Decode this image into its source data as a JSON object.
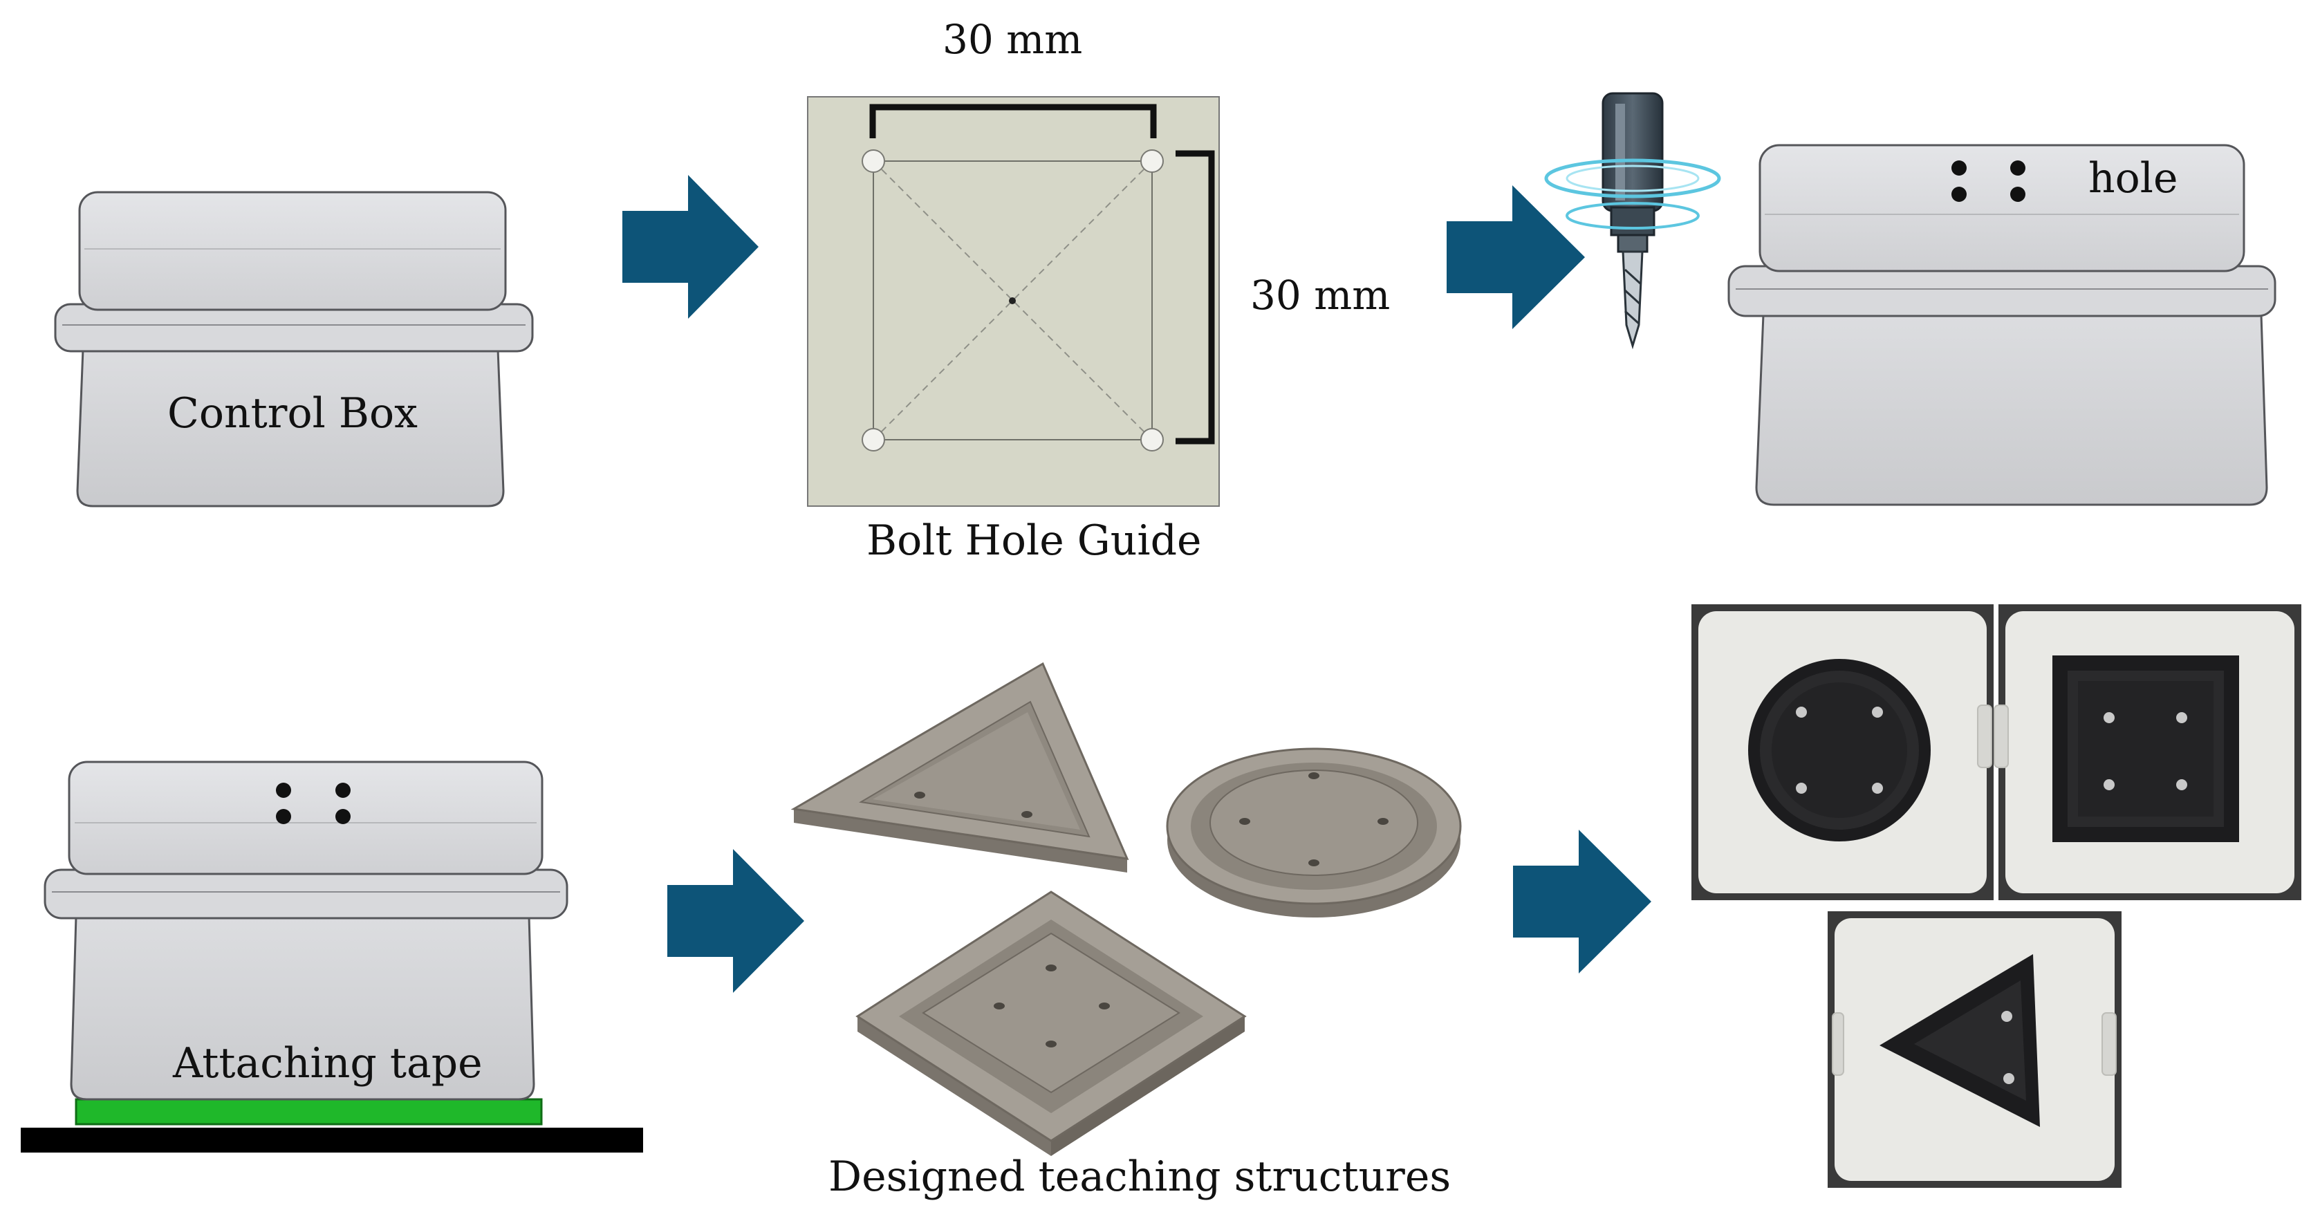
{
  "labels": {
    "control_box": "Control Box",
    "dim_top": "30 mm",
    "dim_side": "30 mm",
    "bolt_hole_guide": "Bolt Hole Guide",
    "hole": "hole",
    "attaching_tape": "Attaching tape",
    "designed_structures": "Designed teaching structures"
  },
  "colors": {
    "arrow": "#0d5478",
    "box_body": "#d3d4d6",
    "box_outline": "#55565a",
    "guide_plate": "#d6d7c8",
    "tape": "#1fb82a",
    "base": "#000000",
    "print_gray": "#9c968e",
    "photo_white": "#e9e9e5",
    "photo_black": "#1c1c1e",
    "drill_ring": "#5cc6e0"
  },
  "icons": [
    "drill-icon",
    "arrow-right-icon"
  ]
}
